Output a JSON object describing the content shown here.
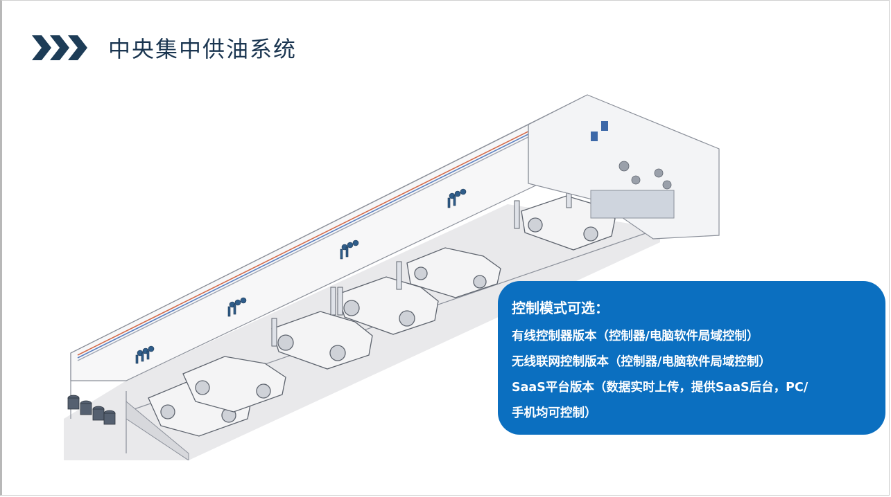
{
  "slide": {
    "title": "中央集中供油系统",
    "accent_color": "#1d3c57",
    "card_color": "#0b6fc0",
    "chevron_icon": "triple-chevron-right-icon"
  },
  "illustration": {
    "subject": "workshop-isometric-illustration"
  },
  "info_card": {
    "heading": "控制模式可选：",
    "lines": [
      "有线控制器版本（控制器/电脑软件局域控制）",
      "无线联网控制版本（控制器/电脑软件局域控制）",
      "SaaS平台版本（数据实时上传，提供SaaS后台，PC/",
      "手机均可控制）"
    ]
  }
}
